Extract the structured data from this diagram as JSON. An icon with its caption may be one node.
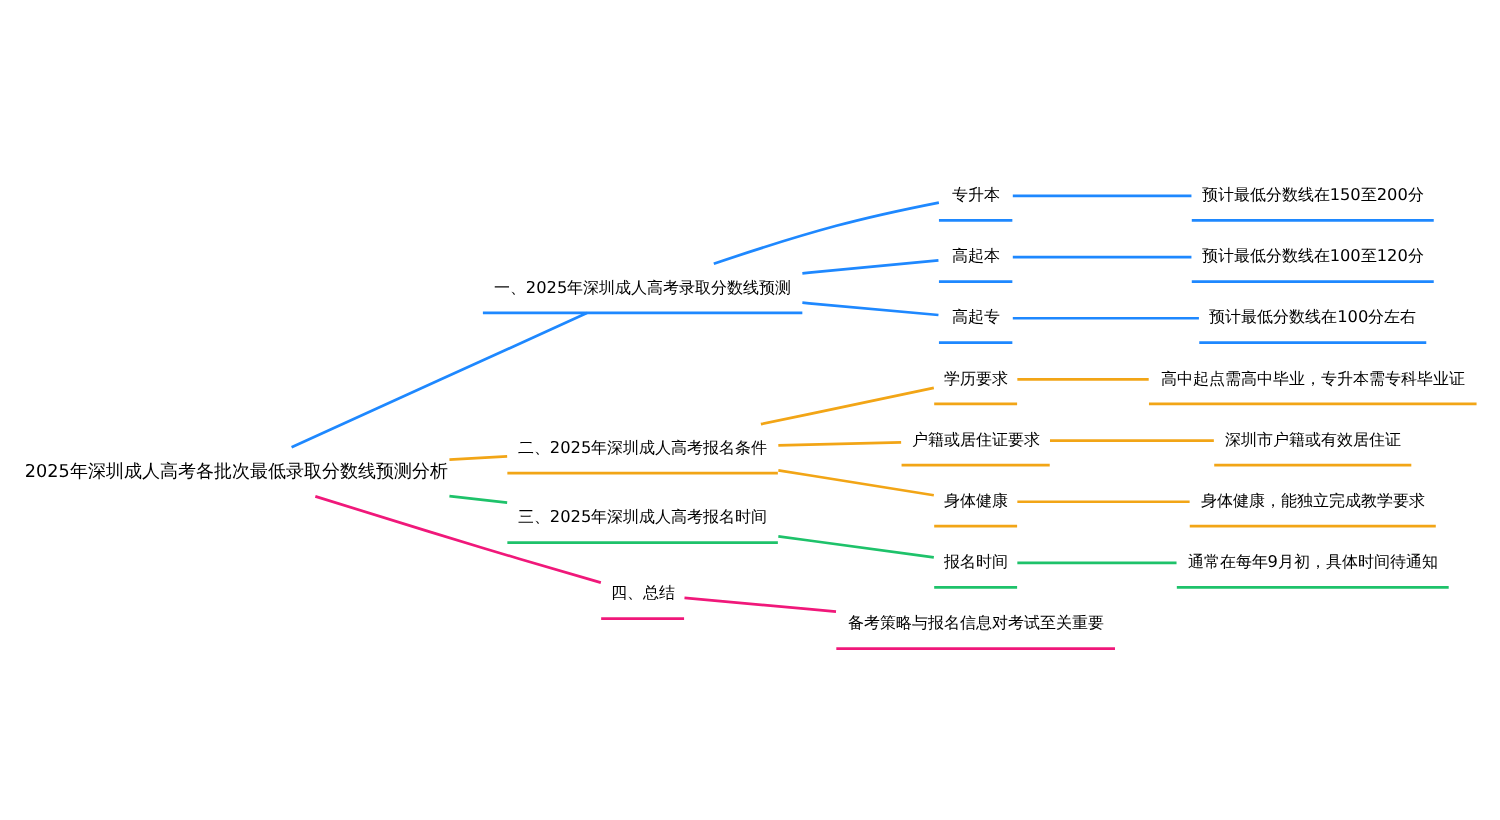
{
  "diagram": {
    "nodes": [
      {
        "text": [
          "2025年深圳成人高考各批次最低录取分数线预测分析"
        ]
      },
      {
        "text": [
          "一、2025年深圳成人高考录取分数线预测"
        ]
      },
      {
        "text": [
          "专升本"
        ]
      },
      {
        "text": [
          "预计最低分数线在150至200分"
        ]
      },
      {
        "text": [
          "高起本"
        ]
      },
      {
        "text": [
          "预计最低分数线在100至120分"
        ]
      },
      {
        "text": [
          "高起专"
        ]
      },
      {
        "text": [
          "预计最低分数线在100分左右"
        ]
      },
      {
        "text": [
          "二、2025年深圳成人高考报名条件"
        ]
      },
      {
        "text": [
          "学历要求"
        ]
      },
      {
        "text": [
          "高中起点需高中毕业，专升本需专科毕业证"
        ]
      },
      {
        "text": [
          "户籍或居住证要求"
        ]
      },
      {
        "text": [
          "深圳市户籍或有效居住证"
        ]
      },
      {
        "text": [
          "身体健康"
        ]
      },
      {
        "text": [
          "身体健康，能独立完成教学要求"
        ]
      },
      {
        "text": [
          "三、2025年深圳成人高考报名时间"
        ]
      },
      {
        "text": [
          "报名时间"
        ]
      },
      {
        "text": [
          "通常在每年9月初，具体时间待通知"
        ]
      },
      {
        "text": [
          "四、总结"
        ]
      },
      {
        "text": [
          "备考策略与报名信息对考试至关重要"
        ]
      }
    ],
    "edges": [
      {
        "from": 0,
        "to": 1,
        "arrow": "none",
        "color": "#1e88ff"
      },
      {
        "from": 1,
        "to": 2,
        "arrow": "none",
        "color": "#1e88ff"
      },
      {
        "from": 2,
        "to": 3,
        "arrow": "none",
        "color": "#1e88ff"
      },
      {
        "from": 1,
        "to": 4,
        "arrow": "none",
        "color": "#1e88ff"
      },
      {
        "from": 4,
        "to": 5,
        "arrow": "none",
        "color": "#1e88ff"
      },
      {
        "from": 1,
        "to": 6,
        "arrow": "none",
        "color": "#1e88ff"
      },
      {
        "from": 6,
        "to": 7,
        "arrow": "none",
        "color": "#1e88ff"
      },
      {
        "from": 0,
        "to": 8,
        "arrow": "none",
        "color": "#f2a516"
      },
      {
        "from": 8,
        "to": 9,
        "arrow": "none",
        "color": "#f2a516"
      },
      {
        "from": 9,
        "to": 10,
        "arrow": "none",
        "color": "#f2a516"
      },
      {
        "from": 8,
        "to": 11,
        "arrow": "none",
        "color": "#f2a516"
      },
      {
        "from": 11,
        "to": 12,
        "arrow": "none",
        "color": "#f2a516"
      },
      {
        "from": 8,
        "to": 13,
        "arrow": "none",
        "color": "#f2a516"
      },
      {
        "from": 13,
        "to": 14,
        "arrow": "none",
        "color": "#f2a516"
      },
      {
        "from": 0,
        "to": 15,
        "arrow": "none",
        "color": "#1ec26a"
      },
      {
        "from": 15,
        "to": 16,
        "arrow": "none",
        "color": "#1ec26a"
      },
      {
        "from": 16,
        "to": 17,
        "arrow": "none",
        "color": "#1ec26a"
      },
      {
        "from": 0,
        "to": 18,
        "arrow": "none",
        "color": "#f0187a"
      },
      {
        "from": 18,
        "to": 19,
        "arrow": "none",
        "color": "#f0187a"
      }
    ]
  }
}
